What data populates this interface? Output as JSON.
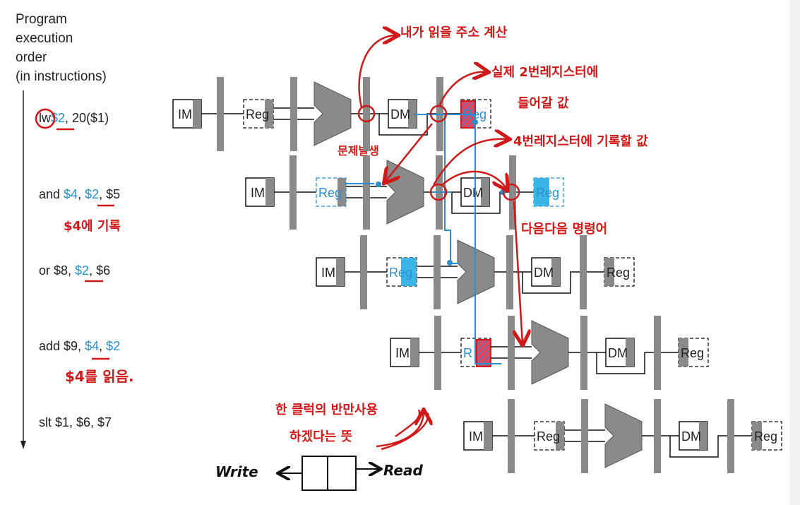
{
  "axis": {
    "title_lines": [
      "Program",
      "execution",
      "order",
      "(in instructions)"
    ]
  },
  "instructions": [
    {
      "id": "lw",
      "parts": [
        {
          "t": "lw",
          "c": "k"
        },
        {
          "t": "$2",
          "c": "b"
        },
        {
          "t": ", 20($1)",
          "c": "k"
        }
      ]
    },
    {
      "id": "and",
      "parts": [
        {
          "t": "and ",
          "c": "k"
        },
        {
          "t": "$4",
          "c": "b"
        },
        {
          "t": ", ",
          "c": "k"
        },
        {
          "t": "$2",
          "c": "b"
        },
        {
          "t": ", $5",
          "c": "k"
        }
      ]
    },
    {
      "id": "or",
      "parts": [
        {
          "t": "or $8, ",
          "c": "k"
        },
        {
          "t": "$2",
          "c": "b"
        },
        {
          "t": ", $6",
          "c": "k"
        }
      ]
    },
    {
      "id": "add",
      "parts": [
        {
          "t": "add $9, ",
          "c": "k"
        },
        {
          "t": "$4",
          "c": "b"
        },
        {
          "t": ", ",
          "c": "k"
        },
        {
          "t": "$2",
          "c": "b"
        }
      ]
    },
    {
      "id": "slt",
      "parts": [
        {
          "t": "slt $1, $6, $7",
          "c": "k"
        }
      ]
    }
  ],
  "stage_labels": {
    "im": "IM",
    "reg": "Reg",
    "dm": "DM",
    "reg_partial": "R"
  },
  "annotations": {
    "addr_calc": "내가 읽을 주소 계산",
    "reg2_value": "실제 2번레지스터에",
    "reg2_value_2": "들어갈 값",
    "problem": "문제발생",
    "reg4_value": "4번레지스터에 기록할 값",
    "write_reg4": "$4에 기록",
    "next_next": "다음다음 명령어",
    "read_reg4": "$4를 읽음.",
    "half_clock": "한 클럭의 반만사용",
    "half_clock_2": "하겠다는 뜻",
    "write": "Write",
    "read": "Read"
  },
  "colors": {
    "forward_blue": "#2a8fd0",
    "highlight_cyan": "#3bb4e8",
    "hand_red": "#d01818",
    "stage_gray": "#8a8a8a",
    "text": "#222222"
  }
}
